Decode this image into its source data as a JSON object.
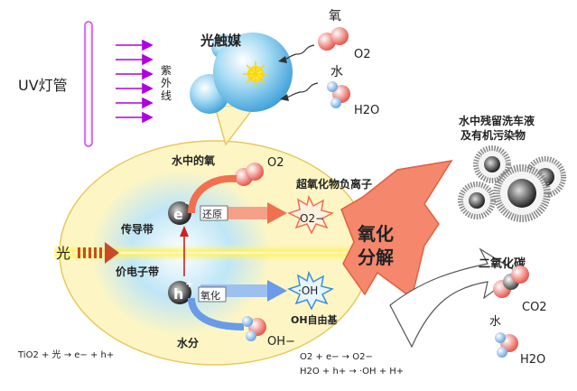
{
  "labels": {
    "uv_lamp": "UV灯管",
    "uv_light": [
      "紫",
      "外",
      "线"
    ],
    "photocatalyst": "光触媒",
    "oxygen": "氧",
    "o2_formula": "O2",
    "water": "水",
    "h2o_formula": "H2O",
    "water_oxygen": "水中的氧",
    "bubble_o2": "O2",
    "superoxide": "超氧化物负离子",
    "superoxide_ion": "O2−",
    "conduction_band": "传导带",
    "reduction": "还原",
    "valence_band": "价电子带",
    "oxidation": "氧化",
    "hydroxyl": "·OH",
    "hydroxyl_radical": "OH自由基",
    "moisture": "水分",
    "hydroxide": "OH−",
    "light": "光",
    "electron": "e",
    "hole": "h",
    "electron_sign": "−",
    "hole_sign": "+",
    "oxidative_decomp_1": "氧化",
    "oxidative_decomp_2": "分解",
    "residue_1": "水中残留洗车液",
    "residue_2": "及有机污染物",
    "co2_label": "二氧化碳",
    "co2_formula": "CO2",
    "water_out": "水",
    "h2o_out": "H2O"
  },
  "equations": {
    "eq1": "TiO2 + 光 → e− + h+",
    "eq2": "O2 + e− → O2−",
    "eq3": "H2O + h+ → ·OH + H+"
  },
  "colors": {
    "ellipse_fill": "#fdf6c4",
    "purple_arrow": "#b000e0",
    "orange_arrow": "#f07050",
    "blue_arrow": "#6a9be8"
  }
}
